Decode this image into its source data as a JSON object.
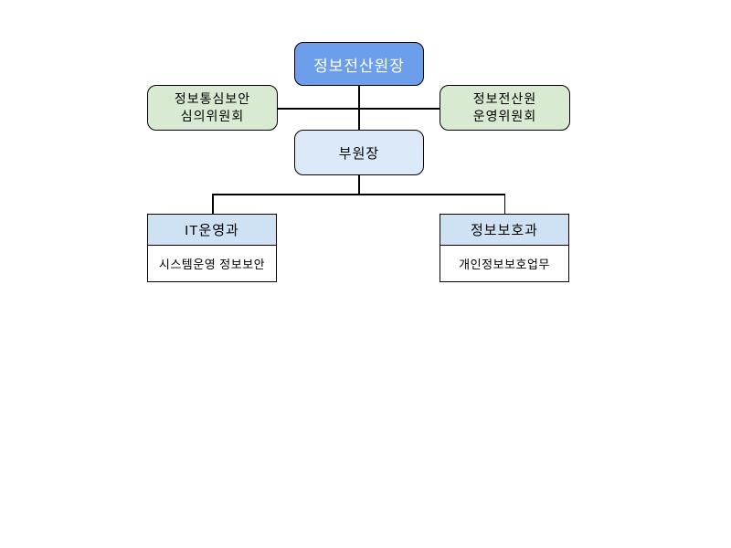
{
  "page": {
    "background_color": "#ffffff"
  },
  "org_chart": {
    "type": "organization-chart",
    "line_color": "#000000",
    "border_color": "#000000",
    "nodes": {
      "director": {
        "label": "정보전산원장",
        "fill": "#6d9eeb",
        "text_color": "#ffffff"
      },
      "security_committee": {
        "lines": [
          "정보통심보안",
          "심의위원회"
        ],
        "fill": "#d9ead3",
        "text_color": "#000000"
      },
      "steering_committee": {
        "lines": [
          "정보전산원",
          "운영위원회"
        ],
        "fill": "#d9ead3",
        "text_color": "#000000"
      },
      "deputy_director": {
        "label": "부원장",
        "fill": "#dbe9f9",
        "text_color": "#000000"
      },
      "it_operations": {
        "header": "IT운영과",
        "body": "시스템운영 정보보안",
        "header_fill": "#cfe2f3",
        "body_fill": "#ffffff"
      },
      "info_protection": {
        "header": "정보보호과",
        "body": "개인정보보호업무",
        "header_fill": "#cfe2f3",
        "body_fill": "#ffffff"
      }
    },
    "edges": [
      "director-deputy_director",
      "security_committee-spine",
      "steering_committee-spine",
      "deputy_director-branch",
      "branch-it_operations",
      "branch-info_protection"
    ]
  }
}
